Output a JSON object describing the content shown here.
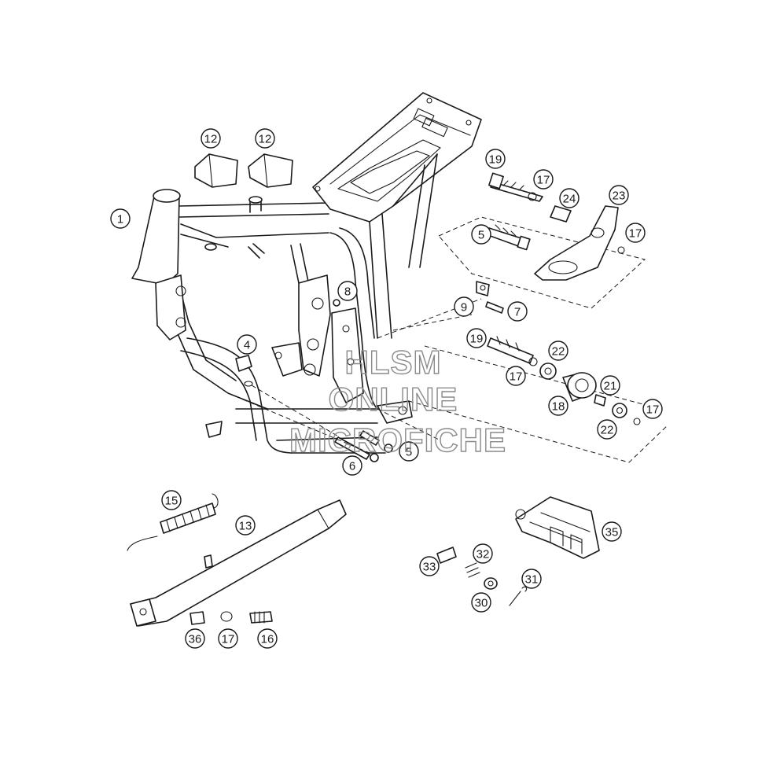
{
  "diagram": {
    "callouts": [
      {
        "id": "c1",
        "label": "1"
      },
      {
        "id": "c12a",
        "label": "12"
      },
      {
        "id": "c12b",
        "label": "12"
      },
      {
        "id": "c19a",
        "label": "19"
      },
      {
        "id": "c17a",
        "label": "17"
      },
      {
        "id": "c24",
        "label": "24"
      },
      {
        "id": "c23",
        "label": "23"
      },
      {
        "id": "c5a",
        "label": "5"
      },
      {
        "id": "c17b",
        "label": "17"
      },
      {
        "id": "c8",
        "label": "8"
      },
      {
        "id": "c9",
        "label": "9"
      },
      {
        "id": "c7",
        "label": "7"
      },
      {
        "id": "c4",
        "label": "4"
      },
      {
        "id": "c19b",
        "label": "19"
      },
      {
        "id": "c22a",
        "label": "22"
      },
      {
        "id": "c17c",
        "label": "17"
      },
      {
        "id": "c21",
        "label": "21"
      },
      {
        "id": "c18",
        "label": "18"
      },
      {
        "id": "c17d",
        "label": "17"
      },
      {
        "id": "c22b",
        "label": "22"
      },
      {
        "id": "c5b",
        "label": "5"
      },
      {
        "id": "c6",
        "label": "6"
      },
      {
        "id": "c15",
        "label": "15"
      },
      {
        "id": "c13",
        "label": "13"
      },
      {
        "id": "c35",
        "label": "35"
      },
      {
        "id": "c32",
        "label": "32"
      },
      {
        "id": "c33",
        "label": "33"
      },
      {
        "id": "c31",
        "label": "31"
      },
      {
        "id": "c30",
        "label": "30"
      },
      {
        "id": "c36",
        "label": "36"
      },
      {
        "id": "c17e",
        "label": "17"
      },
      {
        "id": "c16",
        "label": "16"
      }
    ]
  },
  "watermark": {
    "line1": "HLSM",
    "line2": "ONLINE",
    "line3": "MICROFICHE"
  }
}
